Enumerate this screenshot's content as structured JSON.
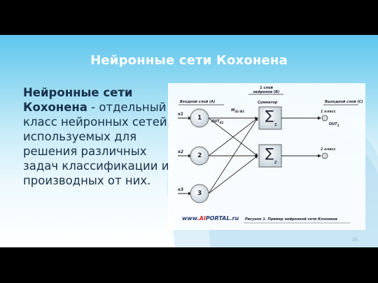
{
  "slide": {
    "title": "Нейронные сети Кохонена",
    "body_bold": "Нейронные сети Кохонена",
    "body_rest": " - отдельный класс нейронных сетей, используемых для решения различных задач классификации и производных от них.",
    "page_number": "26"
  },
  "diagram": {
    "input_layer_label": "Входной слой (A)",
    "hidden_layer_label": "1 слой нейронов (B)",
    "adder_label": "Сумматор",
    "output_layer_label": "Выходной слой (C)",
    "inputs": [
      "x1",
      "x2",
      "x3"
    ],
    "neuron_numbers": [
      "1",
      "2",
      "3"
    ],
    "out_label": "OUT",
    "out_sub": "41",
    "weight_label": "W",
    "weight_sub": "41-B1",
    "sum_symbol": "∑",
    "sum_subs": [
      "1",
      "2"
    ],
    "class_labels": [
      "1 класс",
      "2 класс"
    ],
    "out1_label": "OUT",
    "out1_sub": "1",
    "logo_prefix": "www.",
    "logo_ai": "AI",
    "logo_portal": "PORTAL",
    "logo_suffix": ".ru",
    "caption": "Рисунок 1. Пример нейронной сети Кохонена"
  }
}
